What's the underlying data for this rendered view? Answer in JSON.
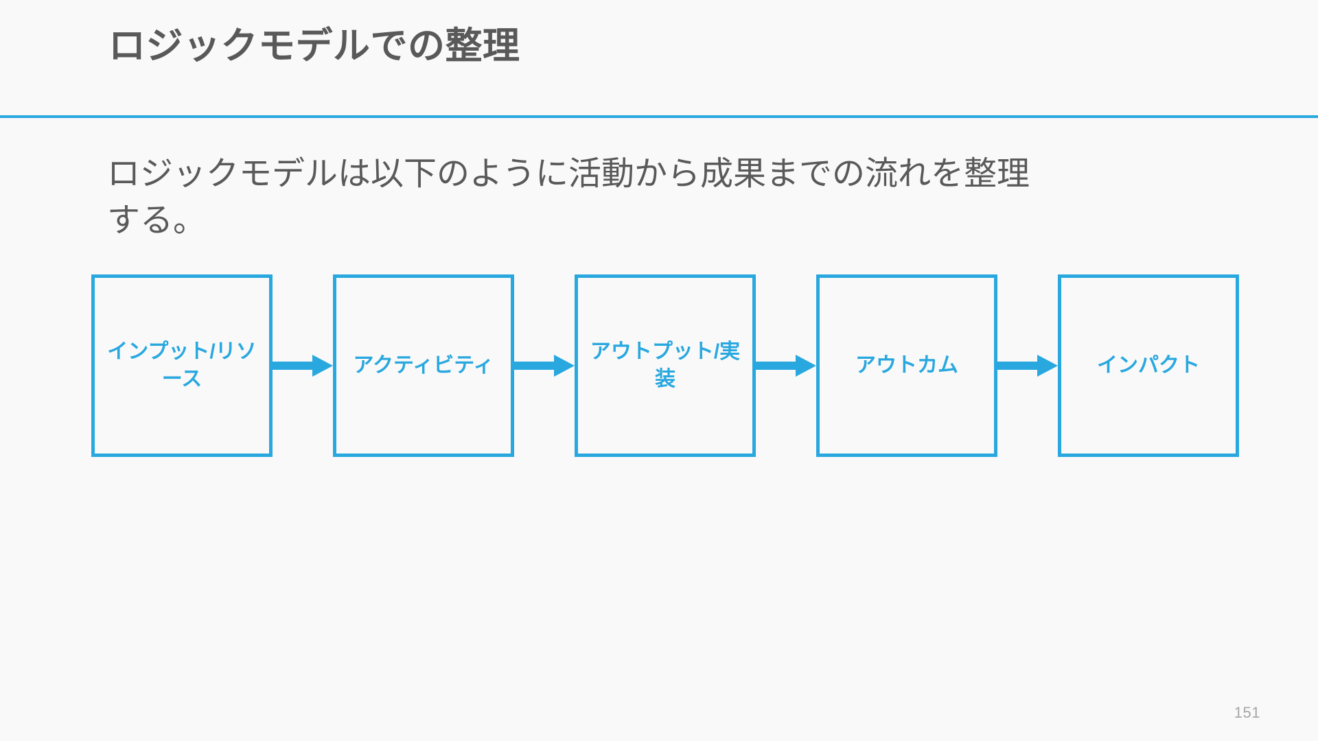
{
  "slide": {
    "title": "ロジックモデルでの整理",
    "accent_color": "#29a8df",
    "text_color": "#595959",
    "background_color": "#f9f9f9",
    "body": {
      "line1": "ロジックモデルは以下のように活動から成果までの流れを整理",
      "line2": "する。"
    },
    "diagram": {
      "type": "linear-flow",
      "arrow_glyph": "arrow-right",
      "boxes": [
        {
          "label": "インプット/リソース"
        },
        {
          "label": "アクティビティ"
        },
        {
          "label": "アウトプット/実装"
        },
        {
          "label": "アウトカム"
        },
        {
          "label": "インパクト"
        }
      ]
    },
    "page_number": "151"
  }
}
